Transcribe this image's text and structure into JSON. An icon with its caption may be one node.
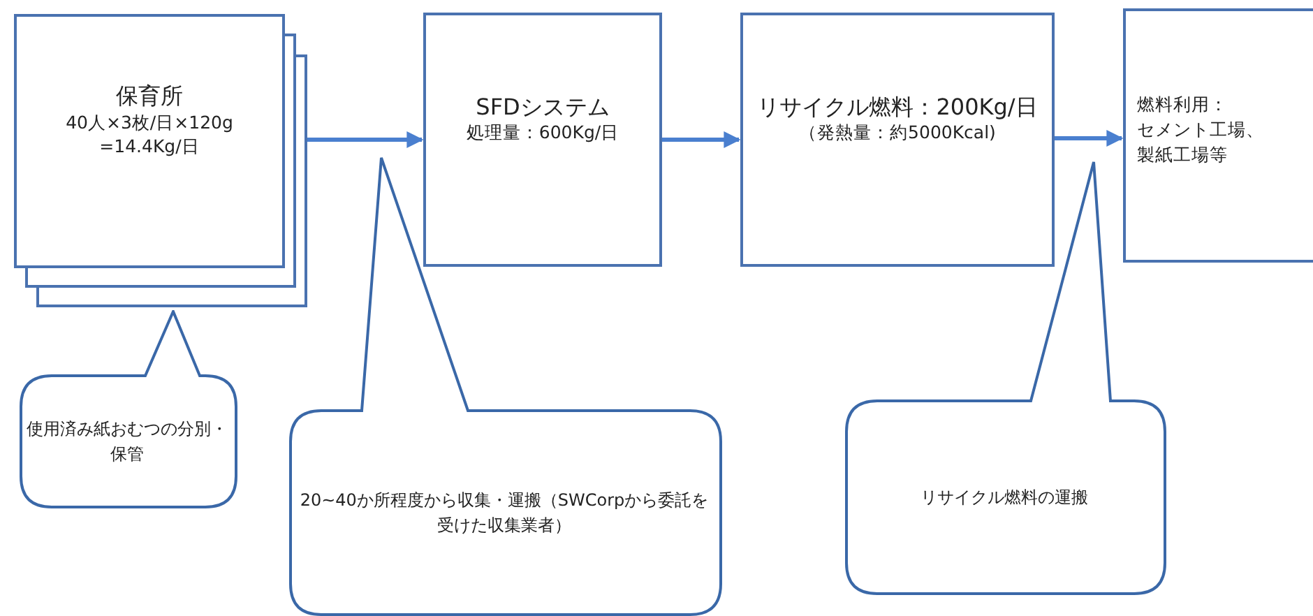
{
  "diagram": {
    "nodes": [
      {
        "text": [
          "保育所",
          "40人×3枚/日×120g",
          "=14.4Kg/日"
        ]
      },
      {
        "text": [
          "SFDシステム",
          "処理量：600Kg/日"
        ]
      },
      {
        "text": [
          "リサイクル燃料：200Kg/日",
          "（発熱量：約5000Kcal)"
        ]
      },
      {
        "text": [
          "燃料利用：",
          "セメント工場、",
          "製紙工場等"
        ]
      },
      {
        "text": [
          "使用済み紙おむつの分別・保管"
        ]
      },
      {
        "text": [
          "20~40か所程度から収集・運搬（SWCorpから委託を受けた収集業者）"
        ]
      },
      {
        "text": [
          "リサイクル燃料の運搬"
        ]
      }
    ],
    "edges": [
      {
        "from": 0,
        "to": 1,
        "arrow": "to"
      },
      {
        "from": 1,
        "to": 2,
        "arrow": "to"
      },
      {
        "from": 2,
        "to": 3,
        "arrow": "to"
      }
    ]
  }
}
